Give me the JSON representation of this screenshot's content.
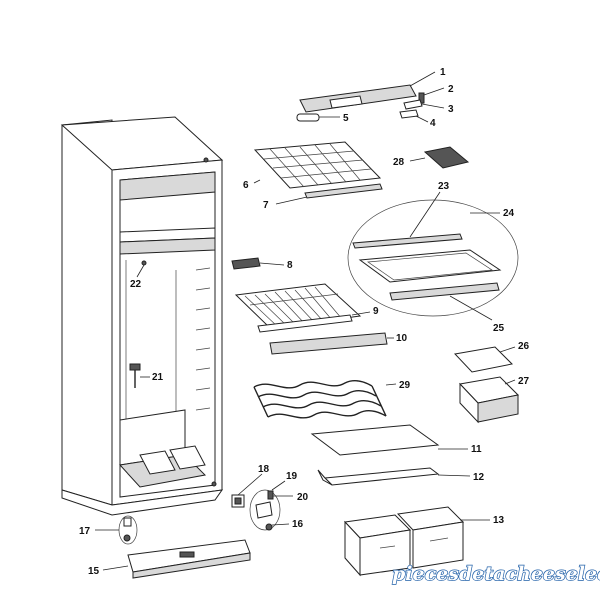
{
  "diagram": {
    "watermark": "piecesdetacheeselec.com",
    "labels": {
      "l1": "1",
      "l2": "2",
      "l3": "3",
      "l4": "4",
      "l5": "5",
      "l6": "6",
      "l7": "7",
      "l8": "8",
      "l9": "9",
      "l10": "10",
      "l11": "11",
      "l12": "12",
      "l13": "13",
      "l15": "15",
      "l16": "16",
      "l17": "17",
      "l18": "18",
      "l19": "19",
      "l20": "20",
      "l21": "21",
      "l22": "22",
      "l23": "23",
      "l24": "24",
      "l25": "25",
      "l26": "26",
      "l27": "27",
      "l28": "28",
      "l29": "29"
    }
  }
}
